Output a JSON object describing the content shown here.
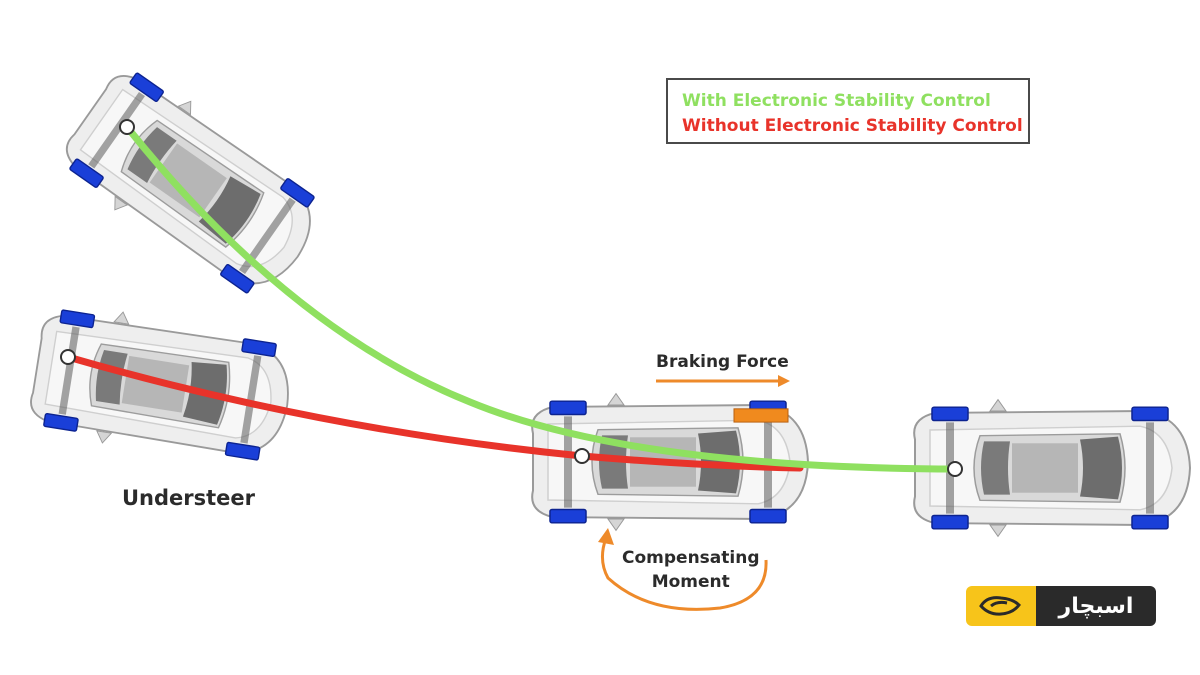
{
  "legend": {
    "with_esc": "With Electronic Stability Control",
    "without_esc": "Without Electronic Stability Control",
    "with_color": "#8fe060",
    "without_color": "#e8332a"
  },
  "labels": {
    "understeer": "Understeer",
    "braking_force": "Braking Force",
    "compensating_line1": "Compensating",
    "compensating_line2": "Moment"
  },
  "colors": {
    "arrow": "#ee8a2a",
    "tire": "#1a3fd8",
    "brake_pad": "#f08a1e",
    "car_body": "#eeeeee"
  },
  "logo": {
    "text": "اسبچار",
    "icon": "horse-logo-icon"
  }
}
